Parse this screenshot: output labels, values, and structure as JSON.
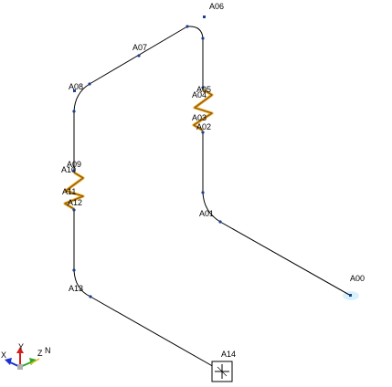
{
  "diagram": {
    "type": "piping-isometric",
    "nodes": [
      {
        "id": "A00",
        "label": "A00"
      },
      {
        "id": "A01",
        "label": "A01"
      },
      {
        "id": "A02",
        "label": "A02"
      },
      {
        "id": "A03",
        "label": "A03"
      },
      {
        "id": "A04",
        "label": "A04"
      },
      {
        "id": "A05",
        "label": "A05"
      },
      {
        "id": "A06",
        "label": "A06"
      },
      {
        "id": "A07",
        "label": "A07"
      },
      {
        "id": "A08",
        "label": "A08"
      },
      {
        "id": "A09",
        "label": "A09"
      },
      {
        "id": "A10",
        "label": "A10"
      },
      {
        "id": "A11",
        "label": "A11"
      },
      {
        "id": "A12",
        "label": "A12"
      },
      {
        "id": "A13",
        "label": "A13"
      },
      {
        "id": "A14",
        "label": "A14"
      }
    ],
    "colors": {
      "pipe": "#000000",
      "node": "#1a3f8f",
      "expansion_joint": "#e8a020",
      "anchor": "#000000",
      "end_highlight": "#cfeefa"
    }
  },
  "axes": {
    "x_label": "X",
    "y_label": "Y",
    "z_label": "Z",
    "n_label": "N",
    "colors": {
      "x": "#1b2fd6",
      "y": "#d41e1e",
      "z": "#2fa82a",
      "n": "#e0c020"
    }
  }
}
